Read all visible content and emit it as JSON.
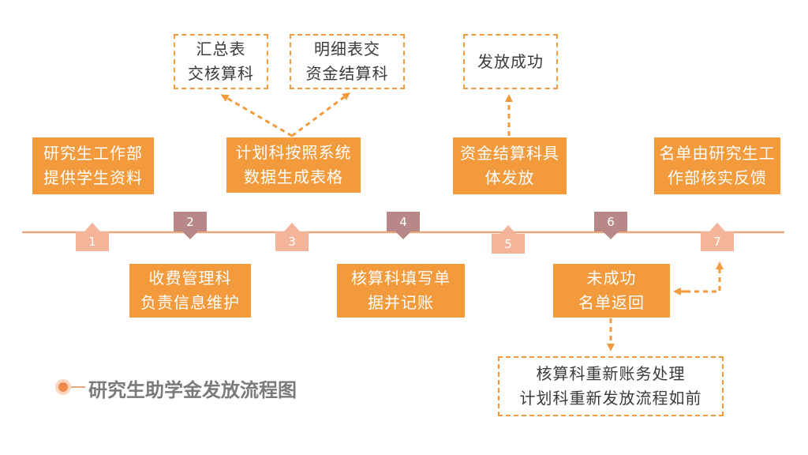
{
  "timeline": {
    "steps": [
      {
        "number": "1",
        "text": "研究生工作部\n提供学生资料"
      },
      {
        "number": "2",
        "text": "收费管理科\n负责信息维护"
      },
      {
        "number": "3",
        "text": "计划科按照系统\n数据生成表格"
      },
      {
        "number": "4",
        "text": "核算科填写单\n据并记账"
      },
      {
        "number": "5",
        "text": "资金结算科具\n体发放"
      },
      {
        "number": "6",
        "text": "未成功\n名单返回"
      },
      {
        "number": "7",
        "text": "名单由研究生工\n作部核实反馈"
      }
    ]
  },
  "branches": {
    "summary_to_accounting": "汇总表\n交核算科",
    "detail_to_settlement": "明细表交\n资金结算科",
    "success": "发放成功",
    "reprocess": "核算科重新账务处理\n计划科重新发放流程如前"
  },
  "legend": {
    "title": "研究生助学金发放流程图"
  },
  "colors": {
    "box_orange": "#F29A3C",
    "timeline_line": "#E7A77A",
    "marker_up": "#F3B49A",
    "marker_down": "#B88888",
    "legend_text": "#7A7A7A"
  }
}
